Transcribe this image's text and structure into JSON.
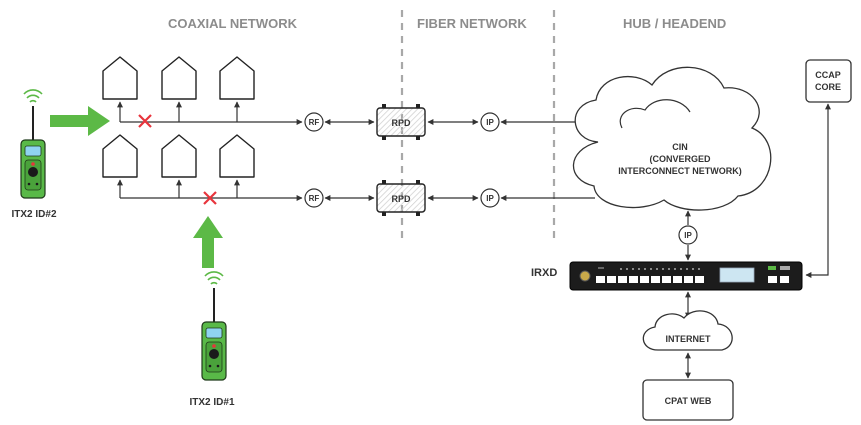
{
  "sections": {
    "coaxial": "COAXIAL NETWORK",
    "fiber": "FIBER NETWORK",
    "hub": "HUB / HEADEND"
  },
  "nodes": {
    "rf": "RF",
    "rpd": "RPD",
    "ip": "IP",
    "cin_line1": "CIN",
    "cin_line2": "(CONVERGED",
    "cin_line3": "INTERCONNECT NETWORK)",
    "ccap_line1": "CCAP",
    "ccap_line2": "CORE",
    "irxd": "IRXD",
    "internet": "INTERNET",
    "cpat": "CPAT WEB"
  },
  "devices": {
    "itx2_id2": "ITX2 ID#2",
    "itx2_id1": "ITX2 ID#1"
  },
  "colors": {
    "arrow_green": "#5cb946",
    "fault_red": "#e8343c",
    "device_green": "#59b948",
    "section_gray": "#8c8c8c"
  }
}
